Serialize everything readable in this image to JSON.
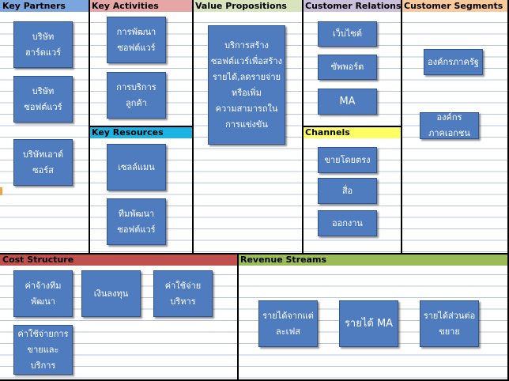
{
  "headers": {
    "key_partners": "Key Partners",
    "key_activities": "Key Activities",
    "value_propositions": "Value Propositions",
    "customer_relationships": "Customer Relationships",
    "customer_segments": "Customer Segments",
    "key_resources": "Key Resources",
    "channels": "Channels",
    "cost_structure": "Cost Structure",
    "revenue_streams": "Revenue Streams"
  },
  "colors": {
    "key_partners": "#7aa6dd",
    "key_activities": "#e7a6a6",
    "value_propositions": "#d7e4bd",
    "customer_relationships": "#cbc0dc",
    "customer_segments": "#f8c99a",
    "key_resources": "#19b4e4",
    "channels": "#ffff66",
    "cost_structure": "#c0504d",
    "revenue_streams": "#9bbb59",
    "card": "#4f7bbf"
  },
  "key_partners": [
    "บริษัท\nฮาร์ดแวร์",
    "บริษัท\nซอฟต์แวร์",
    "บริษัทเอาต์\nซอร์ส"
  ],
  "key_activities": [
    "การพัฒนา\nซอฟต์แวร์",
    "การบริการ\nลูกค้า"
  ],
  "key_resources": [
    "เซลล์แมน",
    "ทีมพัฒนา\nซอฟต์แวร์"
  ],
  "value_propositions": [
    "บริการสร้าง\nซอฟต์แวร์เพื่อสร้าง\nรายได้,ลดรายจ่าย\nหรือเพิ่ม\nความสามารถใน\nการแข่งขัน"
  ],
  "customer_relationships": [
    "เว็บไซต์",
    "ซัพพอร์ต",
    "MA"
  ],
  "channels": [
    "ขายโดยตรง",
    "สื่อ",
    "ออกงาน"
  ],
  "customer_segments": [
    "องค์กรภาครัฐ",
    "องค์กร\nภาคเอกชน"
  ],
  "cost_structure": [
    "ค่าจ้างทีม\nพัฒนา",
    "เงินลงทุน",
    "ค่าใช้จ่าย\nบริหาร",
    "ค่าใช้จ่ายการ\nขายและ\nบริการ"
  ],
  "revenue_streams": [
    "รายได้จากแต่\nละเฟส",
    "รายได้ MA",
    "รายได้ส่วนต่อ\nขยาย"
  ]
}
